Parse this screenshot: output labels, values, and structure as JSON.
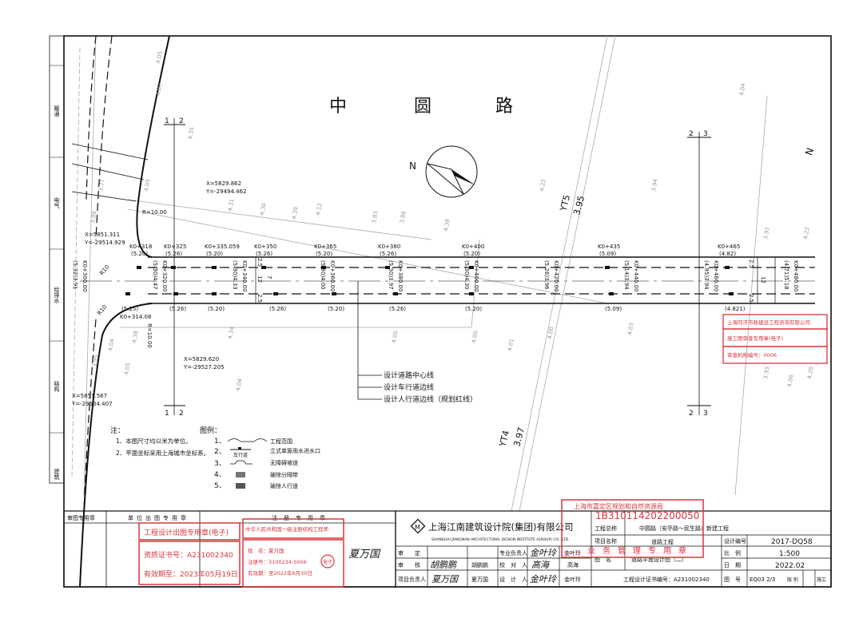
{
  "road_name": [
    "中",
    "圆",
    "路"
  ],
  "section_marks": {
    "left_top": [
      "1",
      "2"
    ],
    "left_bottom": [
      "1",
      "2"
    ],
    "right_top": [
      "2",
      "3"
    ],
    "right_bottom": [
      "2",
      "3"
    ]
  },
  "north_label": "N",
  "side_strip": [
    "暖通",
    "电气",
    "给排水",
    "结构",
    "建筑"
  ],
  "coords": [
    {
      "x": "X=5829.862",
      "y": "Y=-29494.462"
    },
    {
      "x": "X=5851.311",
      "y": "Y=-29514.929"
    },
    {
      "x": "X=5829.620",
      "y": "Y=-29527.205"
    },
    {
      "x": "X=5851.567",
      "y": "Y=-29534.407"
    }
  ],
  "radius_labels": [
    "R=10.00",
    "R=10.00",
    "R10",
    "R10"
  ],
  "top_stations": [
    {
      "k": "K0+318",
      "e": "(5.20)"
    },
    {
      "k": "K0+325",
      "e": "(5.26)"
    },
    {
      "k": "K0+335.059",
      "e": "(5.20)"
    },
    {
      "k": "K0+350",
      "e": "(5.26)"
    },
    {
      "k": "K0+365",
      "e": "(5.20)"
    },
    {
      "k": "K0+380",
      "e": "(5.26)"
    },
    {
      "k": "K0+400",
      "e": "(5.20)"
    },
    {
      "k": "K0+435",
      "e": "(5.09)"
    },
    {
      "k": "K0+465",
      "e": "(4.82)"
    }
  ],
  "bottom_stations": [
    {
      "k": "K0+314.08",
      "e": "(5.15)"
    },
    {
      "k": "",
      "e": "(5.26)"
    },
    {
      "k": "",
      "e": "(5.20)"
    },
    {
      "k": "",
      "e": "(5.26)"
    },
    {
      "k": "",
      "e": "(5.20)"
    },
    {
      "k": "",
      "e": "(5.26)"
    },
    {
      "k": "",
      "e": "(5.20)"
    },
    {
      "k": "",
      "e": "(5.09)"
    },
    {
      "k": "",
      "e": "(4.821)"
    }
  ],
  "centerline_stations": [
    {
      "k": "K0+300.00",
      "e": "(5.32)3.91"
    },
    {
      "k": "K0+320.00",
      "e": "(5.30)4.47"
    },
    {
      "k": "K0+340.00",
      "e": "(5.30)4.33"
    },
    {
      "k": "K0+360.00",
      "e": "(5.30)4.00"
    },
    {
      "k": "K0+380.00",
      "e": "(5.30)3.97"
    },
    {
      "k": "K0+400.00",
      "e": "(5.30)4.30"
    },
    {
      "k": "K0+420.00",
      "e": "(5.26)3.96"
    },
    {
      "k": "K0+440.00",
      "e": "(5.14)3.94"
    },
    {
      "k": "K0+460.00",
      "e": "(4.95)3.94"
    },
    {
      "k": "K0+480.00",
      "e": "(4.71)5.18"
    }
  ],
  "widths": {
    "side": "2.5",
    "total": "12",
    "lane": "7"
  },
  "survey_labels": [
    {
      "t": "YT5",
      "v": "3.95"
    },
    {
      "t": "YT4",
      "v": "3.97"
    }
  ],
  "spot_elevations": [
    "3.88",
    "3.77",
    "4.05",
    "4.07",
    "4.35",
    "4.31",
    "4.30",
    "4.39",
    "4.12",
    "3.83",
    "3.86",
    "4.38",
    "4.22",
    "4.04",
    "4.00",
    "4.00",
    "4.01",
    "4.00",
    "4.03",
    "3.94",
    "3.93",
    "4.04",
    "4.06",
    "4.22",
    "4.20",
    "3.92",
    "4.05",
    "4.04",
    "4.38",
    "4.34",
    "3.95",
    "4.05"
  ],
  "line_legend": [
    "设计道路中心线",
    "设计车行道边线",
    "设计人行道边线（规划红线）"
  ],
  "notes": {
    "title": "注：",
    "items": [
      "1、本图尺寸均以米为单位。",
      "2、平面坐标采用上海城市坐标系。"
    ]
  },
  "legend": {
    "title": "图例：",
    "items": [
      {
        "n": "1、",
        "label": "工程范围"
      },
      {
        "n": "2、",
        "label": "立式单箅雨水进水口",
        "sub": "车行道"
      },
      {
        "n": "3、",
        "label": "无障碍坡道"
      },
      {
        "n": "4、",
        "label": "破除分隔带"
      },
      {
        "n": "5、",
        "label": "破除人行道"
      }
    ]
  },
  "stamp_headers": [
    "审图专用章",
    "单位出图专用章",
    "注册专用章"
  ],
  "stamps": {
    "unit": {
      "title": "工程设计出图专用章(电子)",
      "cert": "资质证书号：A231002340",
      "valid": "有效期至：2023年05月19日"
    },
    "reg": {
      "title": "中华人民共和国一级注册结构工程师",
      "name": "姓　名：夏万国",
      "no": "注册号：3100234-S006",
      "valid": "有效期：至2022年6月30日",
      "seal": "电子"
    },
    "planning": {
      "title": "上海市嘉定区规划和自然资源局",
      "code": "1B310114202200050",
      "use": "业务管理专用章"
    },
    "review": {
      "l1": "上海同济市政建设工程咨询有限公司",
      "l2": "施工图审查专用章(电子)",
      "l3": "审查机构编号：0006"
    }
  },
  "signature_text": "夏万国",
  "title_block": {
    "company_cn": "上海江南建筑设计院(集团)有限公司",
    "company_en": "SHANGHAI JIANGNAN ARCHITECTURAL DESIGN INSTITUTE (GROUP) CO., LTD.",
    "rows": [
      {
        "role": "审　　定",
        "sig": "",
        "name": "",
        "role2": "专业负责人",
        "name2": "金叶玲"
      },
      {
        "role": "审　　核",
        "sig": "胡鹏鹏",
        "name": "胡鹏鹏",
        "role2": "校　对　人",
        "name2": "高海"
      },
      {
        "role": "项目负责人",
        "sig": "夏万国",
        "name": "夏万国",
        "role2": "设　计　人",
        "name2": "金叶玲"
      }
    ],
    "project_total_label": "工程总称",
    "project_total": "中圆路（安亭路～民生路）新建工程",
    "project_name_label": "项目名称",
    "project_name": "道路工程",
    "drawing_name_label": "图　名",
    "drawing_name": "道路平面设计图（二）",
    "cert_line": "工程设计证书编号：A231002340",
    "design_no_label": "设计编号",
    "design_no": "2017-DQ58",
    "scale_label": "比　例",
    "scale": "1:500",
    "date_label": "日　期",
    "date": "2022.02",
    "sheet_label": "图　号",
    "sheet": "EQ03 2/3",
    "version": "版 别",
    "stage": "施工"
  }
}
